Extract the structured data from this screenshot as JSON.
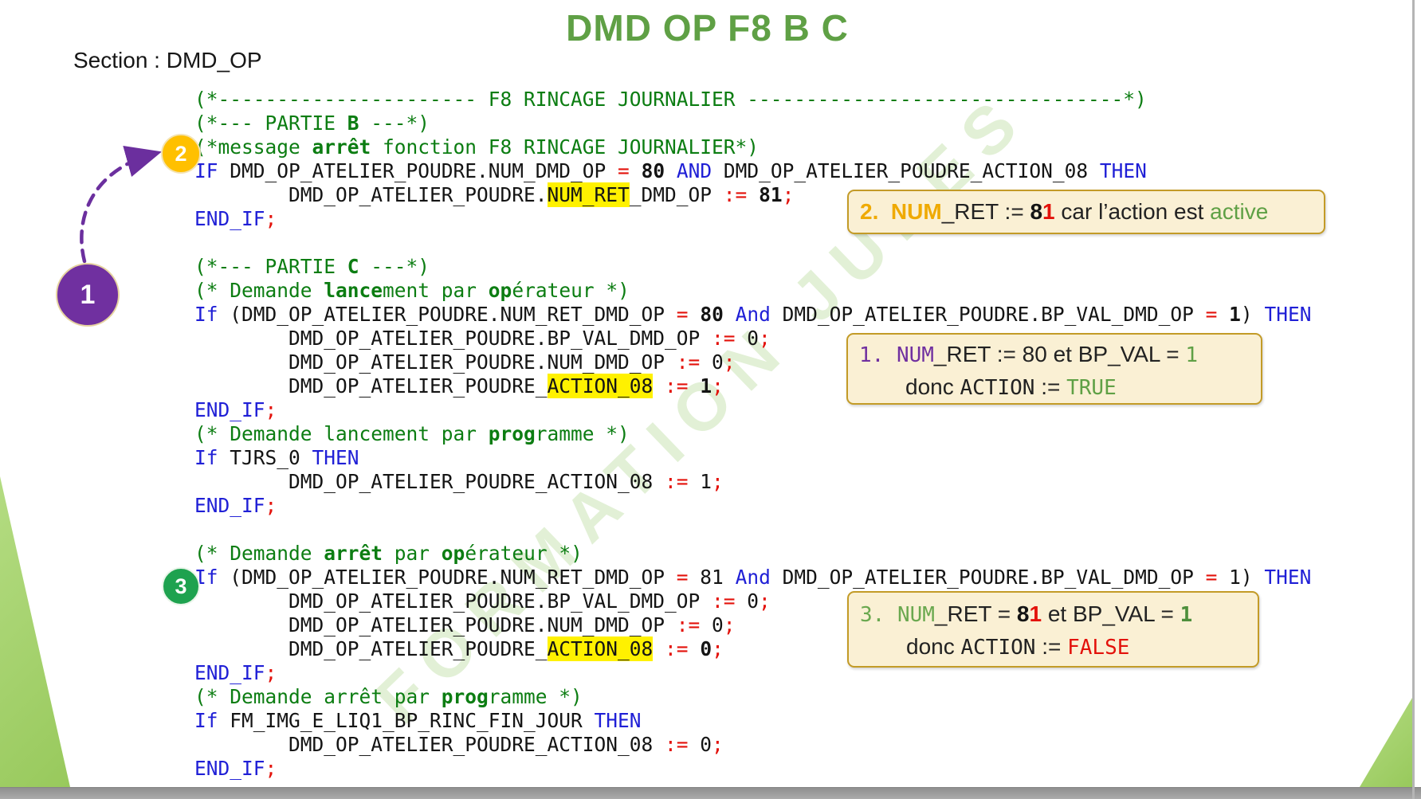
{
  "title": "DMD OP F8 B C",
  "section_label": "Section : DMD_OP",
  "watermark": "FORMATION JULES",
  "markers": {
    "m1": "1",
    "m2": "2",
    "m3": "3"
  },
  "colors": {
    "title_green": "#5fa045",
    "comment_green": "#0c7d12",
    "keyword_blue": "#1f1fd6",
    "operator_red": "#e3120b",
    "highlight_yellow": "#fff100",
    "callout_bg": "#faf0d4",
    "callout_border": "#c39b27",
    "marker1_purple": "#7030a0",
    "marker2_amber": "#ffc000",
    "marker3_green": "#1ea24f",
    "corner_green": "#a8d376"
  },
  "code": {
    "lines": [
      [
        [
          "c",
          "(*---------------------- F8 RINCAGE JOURNALIER --------------------------------*)"
        ]
      ],
      [
        [
          "c",
          "(*--- PARTIE "
        ],
        [
          "cb",
          "B"
        ],
        [
          "c",
          " ---*)"
        ]
      ],
      [
        [
          "c",
          "(*message "
        ],
        [
          "cb",
          "arrêt"
        ],
        [
          "c",
          " fonction F8 RINCAGE JOURNALIER*)"
        ]
      ],
      [
        [
          "k",
          "IF"
        ],
        [
          "t",
          " DMD_OP_ATELIER_POUDRE.NUM_DMD_OP "
        ],
        [
          "o",
          "="
        ],
        [
          "t",
          " "
        ],
        [
          "n",
          "80"
        ],
        [
          "t",
          " "
        ],
        [
          "k",
          "AND"
        ],
        [
          "t",
          " DMD_OP_ATELIER_POUDRE_ACTION_08 "
        ],
        [
          "k",
          "THEN"
        ]
      ],
      [
        [
          "t",
          "        DMD_OP_ATELIER_POUDRE."
        ],
        [
          "h",
          "NUM_RET"
        ],
        [
          "t",
          "_DMD_OP "
        ],
        [
          "o",
          ":="
        ],
        [
          "t",
          " "
        ],
        [
          "n",
          "81"
        ],
        [
          "o",
          ";"
        ]
      ],
      [
        [
          "k",
          "END_IF"
        ],
        [
          "o",
          ";"
        ]
      ],
      [],
      [
        [
          "c",
          "(*--- PARTIE "
        ],
        [
          "cb",
          "C"
        ],
        [
          "c",
          " ---*)"
        ]
      ],
      [
        [
          "c",
          "(* Demande "
        ],
        [
          "cb",
          "lance"
        ],
        [
          "c",
          "ment par "
        ],
        [
          "cb",
          "op"
        ],
        [
          "c",
          "érateur *)"
        ]
      ],
      [
        [
          "k",
          "If"
        ],
        [
          "t",
          " (DMD_OP_ATELIER_POUDRE.NUM_RET_DMD_OP "
        ],
        [
          "o",
          "="
        ],
        [
          "t",
          " "
        ],
        [
          "n",
          "80"
        ],
        [
          "t",
          " "
        ],
        [
          "k",
          "And"
        ],
        [
          "t",
          " DMD_OP_ATELIER_POUDRE.BP_VAL_DMD_OP "
        ],
        [
          "o",
          "="
        ],
        [
          "t",
          " "
        ],
        [
          "n",
          "1"
        ],
        [
          "t",
          ") "
        ],
        [
          "k",
          "THEN"
        ]
      ],
      [
        [
          "t",
          "        DMD_OP_ATELIER_POUDRE.BP_VAL_DMD_OP "
        ],
        [
          "o",
          ":="
        ],
        [
          "t",
          " 0"
        ],
        [
          "o",
          ";"
        ]
      ],
      [
        [
          "t",
          "        DMD_OP_ATELIER_POUDRE.NUM_DMD_OP "
        ],
        [
          "o",
          ":="
        ],
        [
          "t",
          " 0"
        ],
        [
          "o",
          ";"
        ]
      ],
      [
        [
          "t",
          "        DMD_OP_ATELIER_POUDRE_"
        ],
        [
          "h",
          "ACTION_08"
        ],
        [
          "t",
          " "
        ],
        [
          "o",
          ":="
        ],
        [
          "t",
          " "
        ],
        [
          "n",
          "1"
        ],
        [
          "o",
          ";"
        ]
      ],
      [
        [
          "k",
          "END_IF"
        ],
        [
          "o",
          ";"
        ]
      ],
      [
        [
          "c",
          "(* Demande lancement par "
        ],
        [
          "cb",
          "prog"
        ],
        [
          "c",
          "ramme *)"
        ]
      ],
      [
        [
          "k",
          "If"
        ],
        [
          "t",
          " TJRS_0 "
        ],
        [
          "k",
          "THEN"
        ]
      ],
      [
        [
          "t",
          "        DMD_OP_ATELIER_POUDRE_ACTION_08 "
        ],
        [
          "o",
          ":="
        ],
        [
          "t",
          " 1"
        ],
        [
          "o",
          ";"
        ]
      ],
      [
        [
          "k",
          "END_IF"
        ],
        [
          "o",
          ";"
        ]
      ],
      [],
      [
        [
          "c",
          "(* Demande "
        ],
        [
          "cb",
          "arrêt"
        ],
        [
          "c",
          " par "
        ],
        [
          "cb",
          "op"
        ],
        [
          "c",
          "érateur *)"
        ]
      ],
      [
        [
          "k",
          "If"
        ],
        [
          "t",
          " (DMD_OP_ATELIER_POUDRE.NUM_RET_DMD_OP "
        ],
        [
          "o",
          "="
        ],
        [
          "t",
          " 81 "
        ],
        [
          "k",
          "And"
        ],
        [
          "t",
          " DMD_OP_ATELIER_POUDRE.BP_VAL_DMD_OP "
        ],
        [
          "o",
          "="
        ],
        [
          "t",
          " 1) "
        ],
        [
          "k",
          "THEN"
        ]
      ],
      [
        [
          "t",
          "        DMD_OP_ATELIER_POUDRE.BP_VAL_DMD_OP "
        ],
        [
          "o",
          ":="
        ],
        [
          "t",
          " 0"
        ],
        [
          "o",
          ";"
        ]
      ],
      [
        [
          "t",
          "        DMD_OP_ATELIER_POUDRE.NUM_DMD_OP "
        ],
        [
          "o",
          ":="
        ],
        [
          "t",
          " 0"
        ],
        [
          "o",
          ";"
        ]
      ],
      [
        [
          "t",
          "        DMD_OP_ATELIER_POUDRE_"
        ],
        [
          "h",
          "ACTION_08"
        ],
        [
          "t",
          " "
        ],
        [
          "o",
          ":="
        ],
        [
          "t",
          " "
        ],
        [
          "n",
          "0"
        ],
        [
          "o",
          ";"
        ]
      ],
      [
        [
          "k",
          "END_IF"
        ],
        [
          "o",
          ";"
        ]
      ],
      [
        [
          "c",
          "(* Demande arrêt par "
        ],
        [
          "cb",
          "prog"
        ],
        [
          "c",
          "ramme *)"
        ]
      ],
      [
        [
          "k",
          "If"
        ],
        [
          "t",
          " FM_IMG_E_LIQ1_BP_RINC_FIN_JOUR "
        ],
        [
          "k",
          "THEN"
        ]
      ],
      [
        [
          "t",
          "        DMD_OP_ATELIER_POUDRE_ACTION_08 "
        ],
        [
          "o",
          ":="
        ],
        [
          "t",
          " 0"
        ],
        [
          "o",
          ";"
        ]
      ],
      [
        [
          "k",
          "END_IF"
        ],
        [
          "o",
          ";"
        ]
      ]
    ]
  },
  "callouts": {
    "box2": {
      "segments": [
        [
          "amb",
          "2."
        ],
        [
          "p",
          "  "
        ],
        [
          "amb",
          "NUM"
        ],
        [
          "p",
          "_RET := "
        ],
        [
          "bb",
          "8"
        ],
        [
          "rb",
          "1"
        ],
        [
          "p",
          " car l’action est "
        ],
        [
          "g2",
          "active"
        ]
      ]
    },
    "box1": {
      "line1": [
        [
          "pm",
          "1. NUM"
        ],
        [
          "p",
          "_RET := 80 et BP_VAL = "
        ],
        [
          "gm",
          "1"
        ]
      ],
      "line2": [
        [
          "p",
          "donc "
        ],
        [
          "m",
          "ACTION"
        ],
        [
          "p",
          " := "
        ],
        [
          "gm",
          "TRUE"
        ]
      ]
    },
    "box3": {
      "line1": [
        [
          "g3",
          "3. NUM"
        ],
        [
          "p",
          "_RET = "
        ],
        [
          "bb",
          "8"
        ],
        [
          "rb",
          "1"
        ],
        [
          "p",
          " et BP_VAL = "
        ],
        [
          "gb",
          "1"
        ]
      ],
      "line2": [
        [
          "p",
          "donc "
        ],
        [
          "m",
          "ACTION"
        ],
        [
          "p",
          " := "
        ],
        [
          "rm",
          "FALSE"
        ]
      ]
    }
  }
}
